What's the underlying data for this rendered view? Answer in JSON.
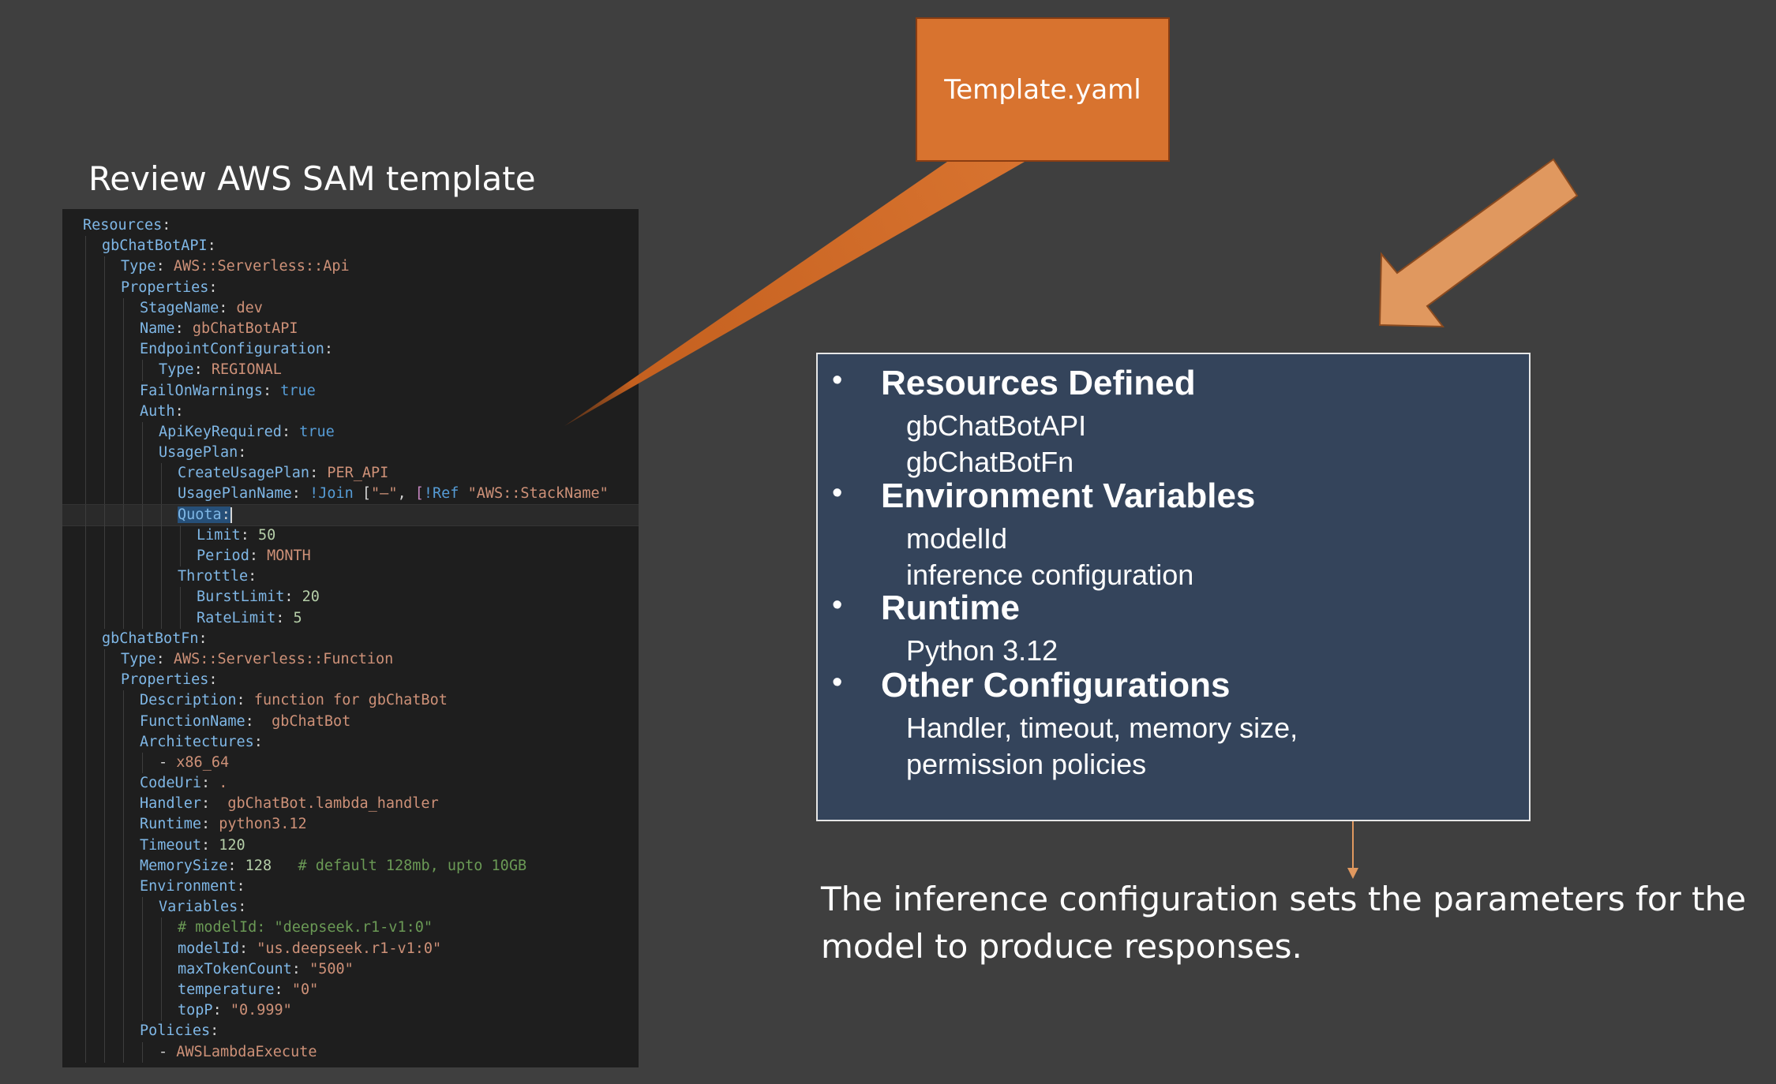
{
  "slide": {
    "title": "Review AWS SAM template",
    "callout_label": "Template.yaml",
    "note": "The inference configuration sets the parameters for the model to produce responses."
  },
  "code": {
    "lines": [
      {
        "indent": 0,
        "segments": [
          {
            "text": "Resources",
            "c": "k"
          },
          {
            "text": ":",
            "c": "p"
          }
        ]
      },
      {
        "indent": 1,
        "segments": [
          {
            "text": "gbChatBotAPI",
            "c": "k"
          },
          {
            "text": ":",
            "c": "p"
          }
        ]
      },
      {
        "indent": 2,
        "segments": [
          {
            "text": "Type",
            "c": "k"
          },
          {
            "text": ": ",
            "c": "p"
          },
          {
            "text": "AWS::Serverless::Api",
            "c": "s"
          }
        ]
      },
      {
        "indent": 2,
        "segments": [
          {
            "text": "Properties",
            "c": "k"
          },
          {
            "text": ":",
            "c": "p"
          }
        ]
      },
      {
        "indent": 3,
        "segments": [
          {
            "text": "StageName",
            "c": "k"
          },
          {
            "text": ": ",
            "c": "p"
          },
          {
            "text": "dev",
            "c": "s"
          }
        ]
      },
      {
        "indent": 3,
        "segments": [
          {
            "text": "Name",
            "c": "k"
          },
          {
            "text": ": ",
            "c": "p"
          },
          {
            "text": "gbChatBotAPI",
            "c": "s"
          }
        ]
      },
      {
        "indent": 3,
        "segments": [
          {
            "text": "EndpointConfiguration",
            "c": "k"
          },
          {
            "text": ":",
            "c": "p"
          }
        ]
      },
      {
        "indent": 4,
        "segments": [
          {
            "text": "Type",
            "c": "k"
          },
          {
            "text": ": ",
            "c": "p"
          },
          {
            "text": "REGIONAL",
            "c": "s"
          }
        ]
      },
      {
        "indent": 3,
        "segments": [
          {
            "text": "FailOnWarnings",
            "c": "k"
          },
          {
            "text": ": ",
            "c": "p"
          },
          {
            "text": "true",
            "c": "b"
          }
        ]
      },
      {
        "indent": 3,
        "segments": [
          {
            "text": "Auth",
            "c": "k"
          },
          {
            "text": ":",
            "c": "p"
          }
        ]
      },
      {
        "indent": 4,
        "segments": [
          {
            "text": "ApiKeyRequired",
            "c": "k"
          },
          {
            "text": ": ",
            "c": "p"
          },
          {
            "text": "true",
            "c": "b"
          }
        ]
      },
      {
        "indent": 4,
        "segments": [
          {
            "text": "UsagePlan",
            "c": "k"
          },
          {
            "text": ":",
            "c": "p"
          }
        ]
      },
      {
        "indent": 5,
        "segments": [
          {
            "text": "CreateUsagePlan",
            "c": "k"
          },
          {
            "text": ": ",
            "c": "p"
          },
          {
            "text": "PER_API",
            "c": "s"
          }
        ]
      },
      {
        "indent": 5,
        "segments": [
          {
            "text": "UsagePlanName",
            "c": "k"
          },
          {
            "text": ": ",
            "c": "p"
          },
          {
            "text": "!Join ",
            "c": "b"
          },
          {
            "text": "[",
            "c": "p"
          },
          {
            "text": "\"—\"",
            "c": "s"
          },
          {
            "text": ", ",
            "c": "p"
          },
          {
            "text": "[",
            "c": "t"
          },
          {
            "text": "!Ref ",
            "c": "b"
          },
          {
            "text": "\"AWS::StackName\"",
            "c": "s"
          }
        ]
      },
      {
        "indent": 5,
        "highlight": true,
        "segments": [
          {
            "text": "Quota",
            "c": "k",
            "sel": true
          },
          {
            "text": ":",
            "c": "p",
            "sel": true
          },
          {
            "text": "",
            "c": "cursor"
          }
        ]
      },
      {
        "indent": 6,
        "segments": [
          {
            "text": "Limit",
            "c": "k"
          },
          {
            "text": ": ",
            "c": "p"
          },
          {
            "text": "50",
            "c": "n"
          }
        ]
      },
      {
        "indent": 6,
        "segments": [
          {
            "text": "Period",
            "c": "k"
          },
          {
            "text": ": ",
            "c": "p"
          },
          {
            "text": "MONTH",
            "c": "s"
          }
        ]
      },
      {
        "indent": 5,
        "segments": [
          {
            "text": "Throttle",
            "c": "k"
          },
          {
            "text": ":",
            "c": "p"
          }
        ]
      },
      {
        "indent": 6,
        "segments": [
          {
            "text": "BurstLimit",
            "c": "k"
          },
          {
            "text": ": ",
            "c": "p"
          },
          {
            "text": "20",
            "c": "n"
          }
        ]
      },
      {
        "indent": 6,
        "segments": [
          {
            "text": "RateLimit",
            "c": "k"
          },
          {
            "text": ": ",
            "c": "p"
          },
          {
            "text": "5",
            "c": "n"
          }
        ]
      },
      {
        "indent": 1,
        "segments": [
          {
            "text": "gbChatBotFn",
            "c": "k"
          },
          {
            "text": ":",
            "c": "p"
          }
        ]
      },
      {
        "indent": 2,
        "segments": [
          {
            "text": "Type",
            "c": "k"
          },
          {
            "text": ": ",
            "c": "p"
          },
          {
            "text": "AWS::Serverless::Function",
            "c": "s"
          }
        ]
      },
      {
        "indent": 2,
        "segments": [
          {
            "text": "Properties",
            "c": "k"
          },
          {
            "text": ":",
            "c": "p"
          }
        ]
      },
      {
        "indent": 3,
        "segments": [
          {
            "text": "Description",
            "c": "k"
          },
          {
            "text": ": ",
            "c": "p"
          },
          {
            "text": "function for gbChatBot",
            "c": "s"
          }
        ]
      },
      {
        "indent": 3,
        "segments": [
          {
            "text": "FunctionName",
            "c": "k"
          },
          {
            "text": ":  ",
            "c": "p"
          },
          {
            "text": "gbChatBot",
            "c": "s"
          }
        ]
      },
      {
        "indent": 3,
        "segments": [
          {
            "text": "Architectures",
            "c": "k"
          },
          {
            "text": ":",
            "c": "p"
          }
        ]
      },
      {
        "indent": 4,
        "segments": [
          {
            "text": "- ",
            "c": "p"
          },
          {
            "text": "x86_64",
            "c": "s"
          }
        ]
      },
      {
        "indent": 3,
        "segments": [
          {
            "text": "CodeUri",
            "c": "k"
          },
          {
            "text": ": ",
            "c": "p"
          },
          {
            "text": ".",
            "c": "s"
          }
        ]
      },
      {
        "indent": 3,
        "segments": [
          {
            "text": "Handler",
            "c": "k"
          },
          {
            "text": ":  ",
            "c": "p"
          },
          {
            "text": "gbChatBot.lambda_handler",
            "c": "s"
          }
        ]
      },
      {
        "indent": 3,
        "segments": [
          {
            "text": "Runtime",
            "c": "k"
          },
          {
            "text": ": ",
            "c": "p"
          },
          {
            "text": "python3.12",
            "c": "s"
          }
        ]
      },
      {
        "indent": 3,
        "segments": [
          {
            "text": "Timeout",
            "c": "k"
          },
          {
            "text": ": ",
            "c": "p"
          },
          {
            "text": "120",
            "c": "n"
          }
        ]
      },
      {
        "indent": 3,
        "segments": [
          {
            "text": "MemorySize",
            "c": "k"
          },
          {
            "text": ": ",
            "c": "p"
          },
          {
            "text": "128",
            "c": "n"
          },
          {
            "text": "   # default 128mb, upto 10GB",
            "c": "c"
          }
        ]
      },
      {
        "indent": 3,
        "segments": [
          {
            "text": "Environment",
            "c": "k"
          },
          {
            "text": ":",
            "c": "p"
          }
        ]
      },
      {
        "indent": 4,
        "segments": [
          {
            "text": "Variables",
            "c": "k"
          },
          {
            "text": ":",
            "c": "p"
          }
        ]
      },
      {
        "indent": 5,
        "segments": [
          {
            "text": "# modelId: \"deepseek.r1-v1:0\"",
            "c": "c"
          }
        ]
      },
      {
        "indent": 5,
        "segments": [
          {
            "text": "modelId",
            "c": "k"
          },
          {
            "text": ": ",
            "c": "p"
          },
          {
            "text": "\"us.deepseek.r1-v1:0\"",
            "c": "s"
          }
        ]
      },
      {
        "indent": 5,
        "segments": [
          {
            "text": "maxTokenCount",
            "c": "k"
          },
          {
            "text": ": ",
            "c": "p"
          },
          {
            "text": "\"500\"",
            "c": "s"
          }
        ]
      },
      {
        "indent": 5,
        "segments": [
          {
            "text": "temperature",
            "c": "k"
          },
          {
            "text": ": ",
            "c": "p"
          },
          {
            "text": "\"0\"",
            "c": "s"
          }
        ]
      },
      {
        "indent": 5,
        "segments": [
          {
            "text": "topP",
            "c": "k"
          },
          {
            "text": ": ",
            "c": "p"
          },
          {
            "text": "\"0.999\"",
            "c": "s"
          }
        ]
      },
      {
        "indent": 3,
        "segments": [
          {
            "text": "Policies",
            "c": "k"
          },
          {
            "text": ":",
            "c": "p"
          }
        ]
      },
      {
        "indent": 4,
        "segments": [
          {
            "text": "- ",
            "c": "p"
          },
          {
            "text": "AWSLambdaExecute",
            "c": "s"
          }
        ]
      }
    ]
  },
  "summary": {
    "sections": [
      {
        "heading": "Resources Defined",
        "items": [
          "gbChatBotAPI",
          "gbChatBotFn"
        ]
      },
      {
        "heading": "Environment Variables",
        "items": [
          "modelId",
          "inference configuration"
        ]
      },
      {
        "heading": "Runtime",
        "items": [
          "Python 3.12"
        ]
      },
      {
        "heading": "Other Configurations",
        "items": [
          "Handler, timeout, memory size,",
          "permission policies"
        ]
      }
    ],
    "bullet_char": "•"
  },
  "colors": {
    "background": "#3f3f3f",
    "callout": "#d8732f",
    "arrow": "#e0985f",
    "summary_bg": "#34445b",
    "connector": "#e0985f"
  }
}
